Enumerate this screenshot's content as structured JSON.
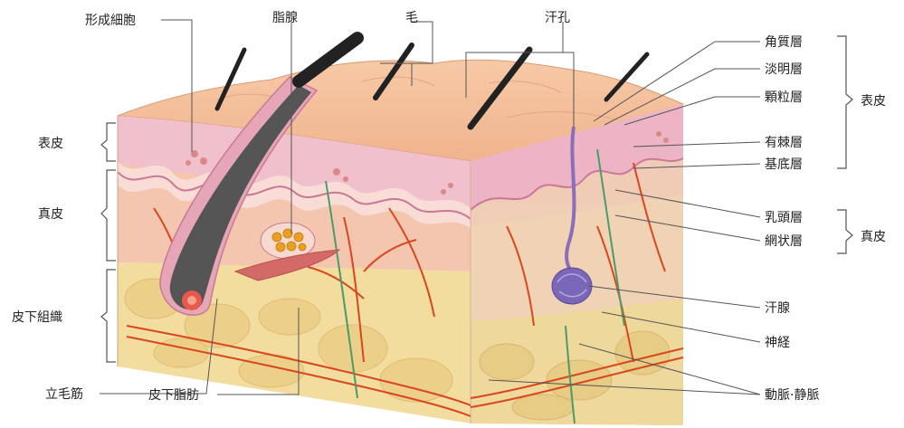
{
  "labels": {
    "keisei_saibou": "形成細胞",
    "shisen": "脂腺",
    "ke": "毛",
    "kankou": "汗孔",
    "hyouhi_left": "表皮",
    "shinpi_left": "真皮",
    "hika_soshiki": "皮下組織",
    "rithumou_kin": "立毛筋",
    "hika_shibou": "皮下脂肪",
    "kakushitsu_sou": "角質層",
    "tanmei_sou": "淡明層",
    "karyuu_sou": "顆粒層",
    "yuukyoku_sou": "有棘層",
    "kitei_sou": "基底層",
    "nyuutou_sou": "乳頭層",
    "moujou_sou": "網状層",
    "kansen": "汗腺",
    "shinkei": "神経",
    "doumyaku_joumyaku": "動脈·静脈",
    "hyouhi_right": "表皮",
    "shinpi_right": "真皮"
  }
}
